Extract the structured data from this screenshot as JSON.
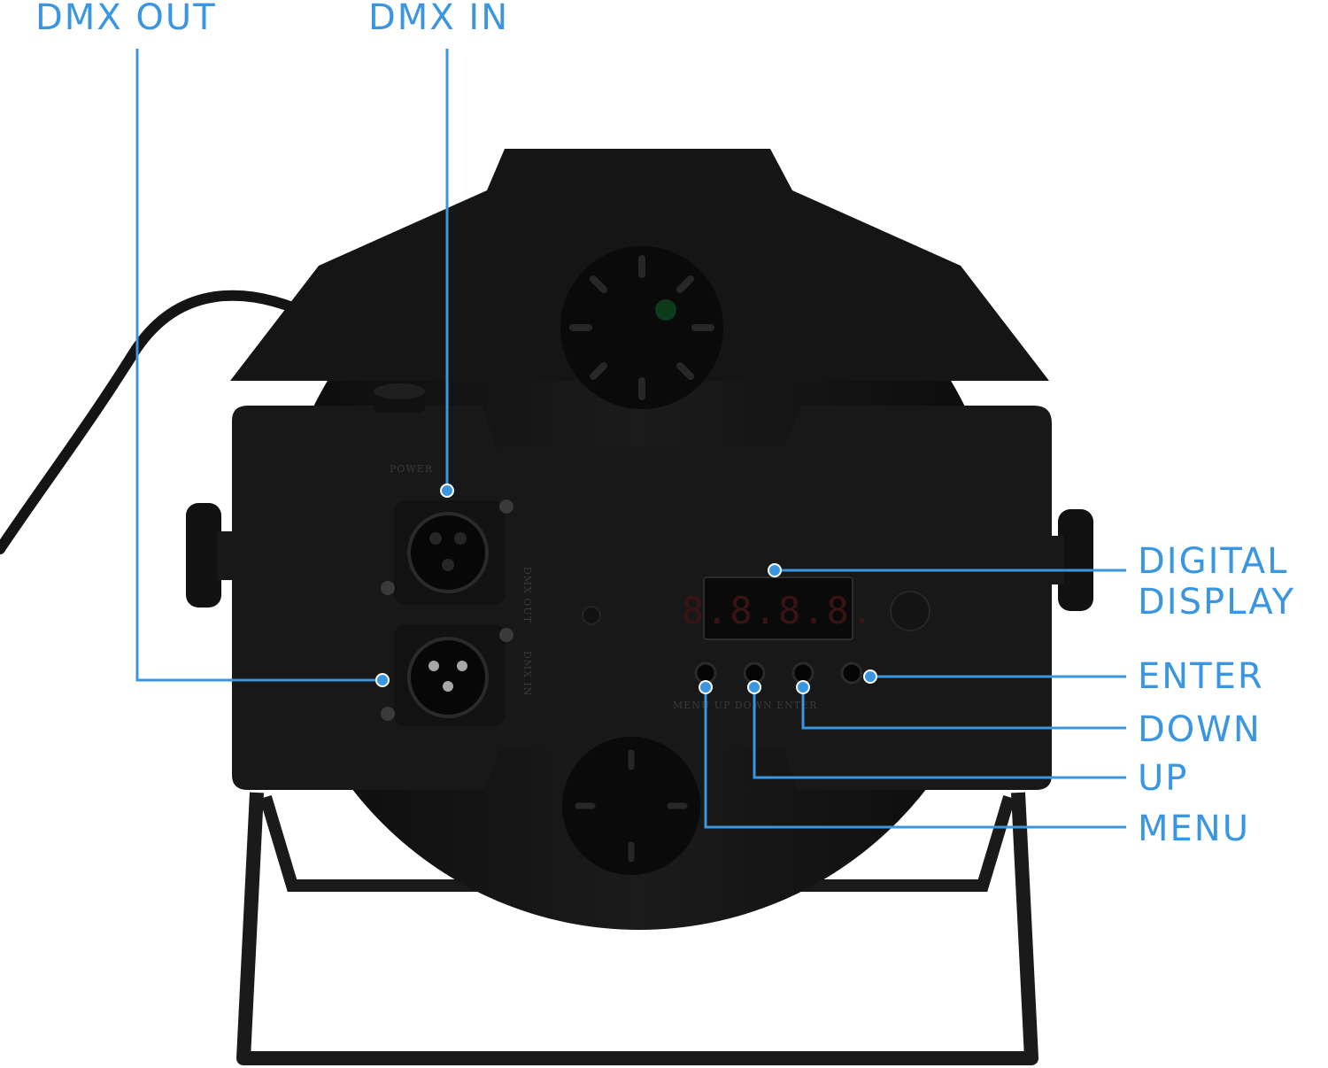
{
  "accent_color": "#3a96e0",
  "labels": {
    "dmx_out": "DMX OUT",
    "dmx_in": "DMX IN",
    "digital_display_line1": "DIGITAL",
    "digital_display_line2": "DISPLAY",
    "enter": "ENTER",
    "down": "DOWN",
    "up": "UP",
    "menu": "MENU"
  },
  "panel": {
    "display_readout": "8.8.8.8.",
    "power": "POWER",
    "dmx_out_port": "DMX OUT",
    "dmx_in_port": "DMX IN",
    "buttons": "MENU UP DOWN ENTER"
  },
  "icons": {
    "xlr_female": "xlr-female-connector-icon",
    "xlr_male": "xlr-male-connector-icon"
  }
}
